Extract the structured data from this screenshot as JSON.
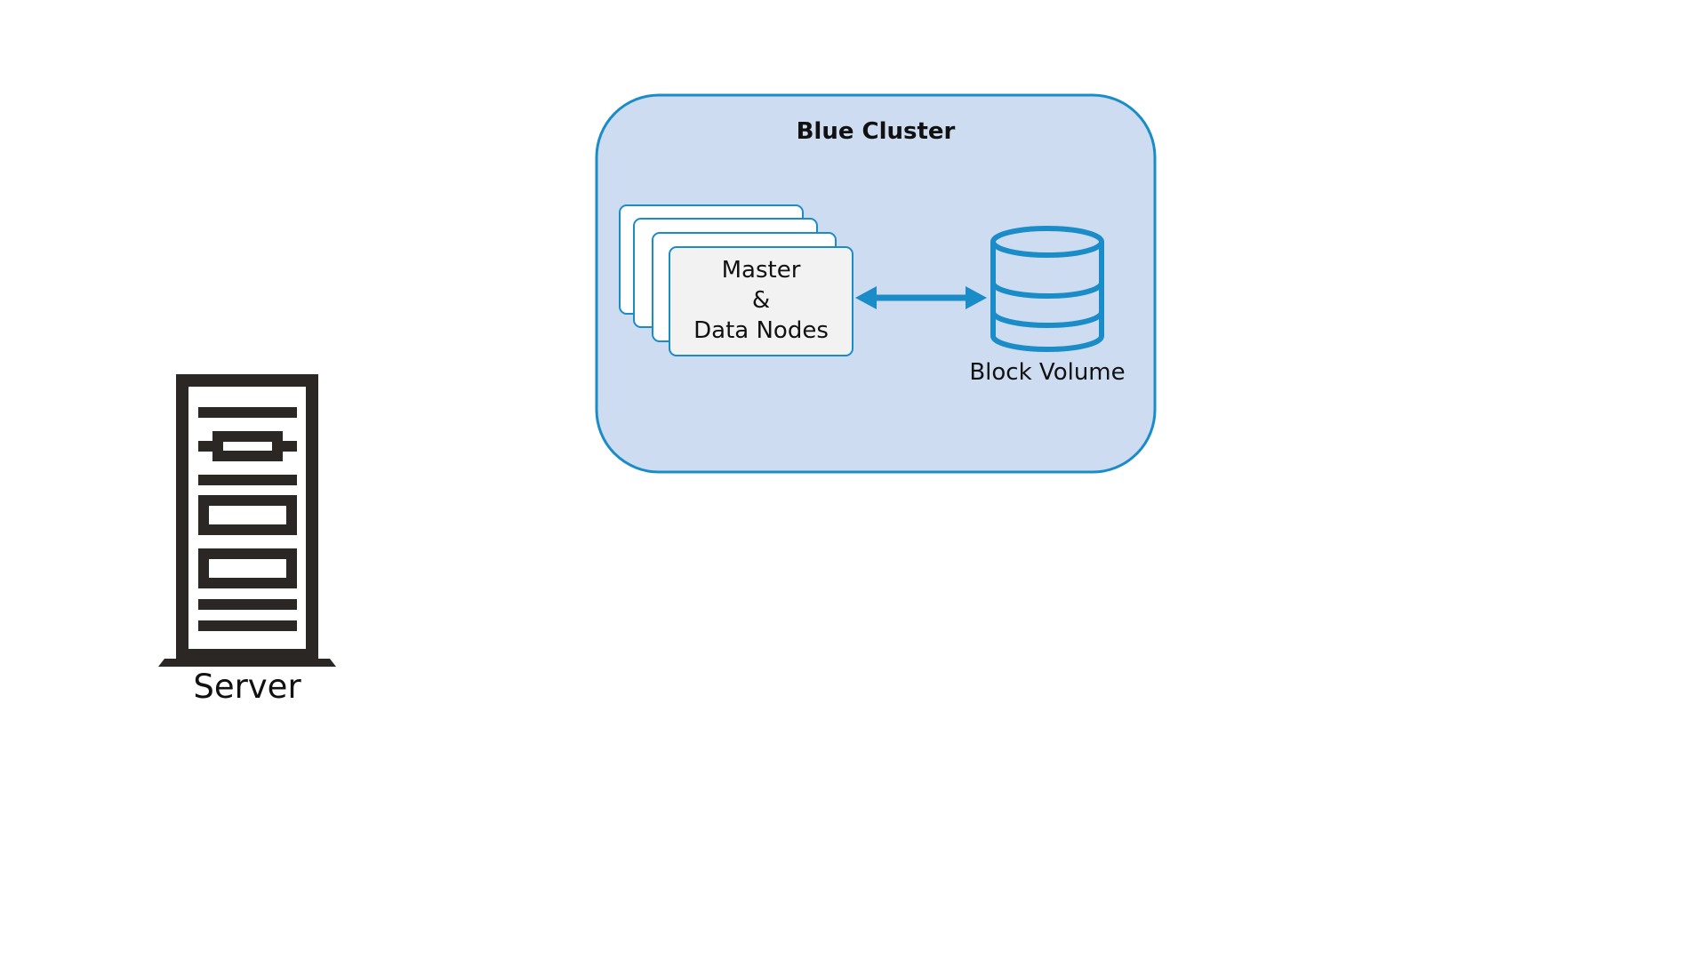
{
  "diagram": {
    "cluster": {
      "title": "Blue Cluster"
    },
    "nodes": {
      "line1": "Master",
      "line2": "&",
      "line3": "Data Nodes"
    },
    "storage": {
      "label": "Block Volume",
      "icon": "database-icon"
    },
    "server": {
      "label": "Server",
      "icon": "server-icon"
    },
    "link": {
      "type": "bidirectional",
      "from": "nodes",
      "to": "storage"
    }
  },
  "colors": {
    "cluster_fill": "#cddcf0",
    "cluster_border": "#1a8cc7",
    "node_fill": "#f2f2f2",
    "node_back_fill": "#ffffff",
    "node_border": "#1a8cc7",
    "arrow": "#1a8cc7",
    "database": "#1a8cc7",
    "server": "#2b2725"
  }
}
